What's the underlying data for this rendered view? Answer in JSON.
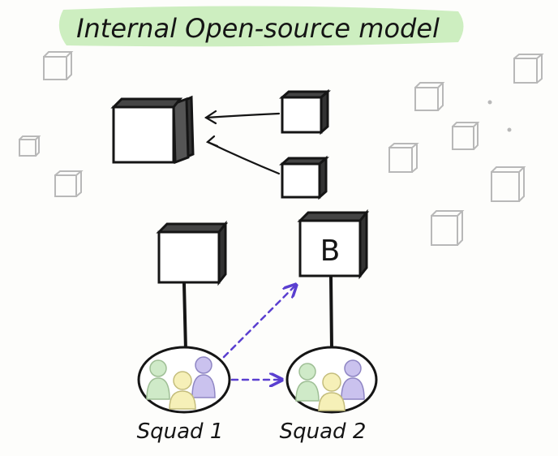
{
  "title": "Internal Open-source model",
  "box_label": "B",
  "squads": [
    {
      "label": "Squad 1"
    },
    {
      "label": "Squad 2"
    }
  ],
  "colors": {
    "title_highlight": "#cdeec0",
    "ink": "#151515",
    "arrow": "#5a3fd0",
    "faded_box": "#b8b8b8",
    "person_green": "#cfeac8",
    "person_yellow": "#f6f0b8",
    "person_purple": "#cac2ee"
  }
}
